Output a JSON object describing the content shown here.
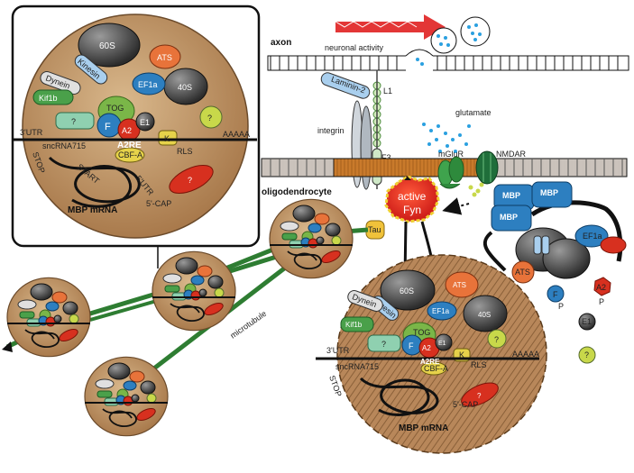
{
  "labels": {
    "axon": "axon",
    "neuronal_activity": "neuronal activity",
    "glutamate": "glutamate",
    "nmdar": "NMDAR",
    "mglur": "mGluR",
    "laminin": "Laminin-2",
    "l1": "L1",
    "integrin": "integrin",
    "f3": "F3",
    "oligodendrocyte": "oligodendrocyte",
    "active_fyn_1": "active",
    "active_fyn_2": "Fyn",
    "tau": "Tau",
    "microtubule": "microtubule",
    "mbp_protein": "MBP",
    "ef1a": "EF1a",
    "ats": "ATS",
    "s60": "60S",
    "s40": "40S",
    "kinesin": "Kinesin",
    "dynein": "Dynein",
    "kif1b": "Kif1b",
    "tog": "TOG",
    "f": "F",
    "a2": "A2",
    "e1": "E1",
    "k": "K",
    "q": "?",
    "a2re": "A2RE",
    "cbfa": "CBF-A",
    "rls": "RLS",
    "utr3": "3'UTR",
    "aaaaa": "AAAAA",
    "sncrna": "sncRNA715",
    "cap5": "5'-CAP",
    "stop": "STOP",
    "start": "START",
    "utr5": "5'UTR",
    "mbp_mrna": "MBP mRNA",
    "p": "P"
  },
  "colors": {
    "granule": "#c49a6c",
    "granule_stroke": "#6b4a2a",
    "tog": "#7ab648",
    "blue": "#3a86c8",
    "red": "#d7301f",
    "orange": "#e8733a",
    "yellow": "#e6d24a",
    "green_mt": "#3d8b3d",
    "membrane": "#c97a2b",
    "fyn": "#e8271e"
  }
}
